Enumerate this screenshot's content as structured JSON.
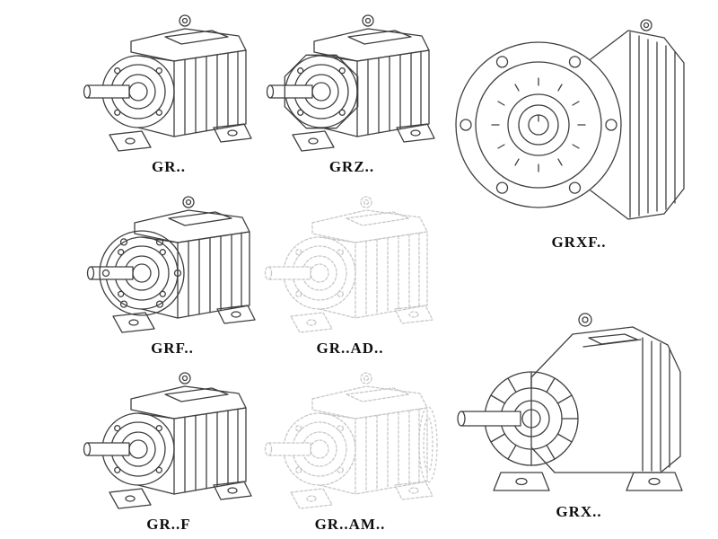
{
  "theme": {
    "background": "#ffffff",
    "line_color": "#3f3f3f",
    "faded_line_color": "#c8c8c8",
    "label_color": "#0f0f0f"
  },
  "models": [
    {
      "id": "gr",
      "label": "GR..",
      "style": "solid"
    },
    {
      "id": "grz",
      "label": "GRZ..",
      "style": "solid"
    },
    {
      "id": "grxf",
      "label": "GRXF..",
      "style": "solid"
    },
    {
      "id": "grf",
      "label": "GRF..",
      "style": "solid"
    },
    {
      "id": "grad",
      "label": "GR..AD..",
      "style": "faded"
    },
    {
      "id": "grff",
      "label": "GR..F",
      "style": "solid"
    },
    {
      "id": "gram",
      "label": "GR..AM..",
      "style": "faded"
    },
    {
      "id": "grx",
      "label": "GRX..",
      "style": "solid"
    }
  ]
}
